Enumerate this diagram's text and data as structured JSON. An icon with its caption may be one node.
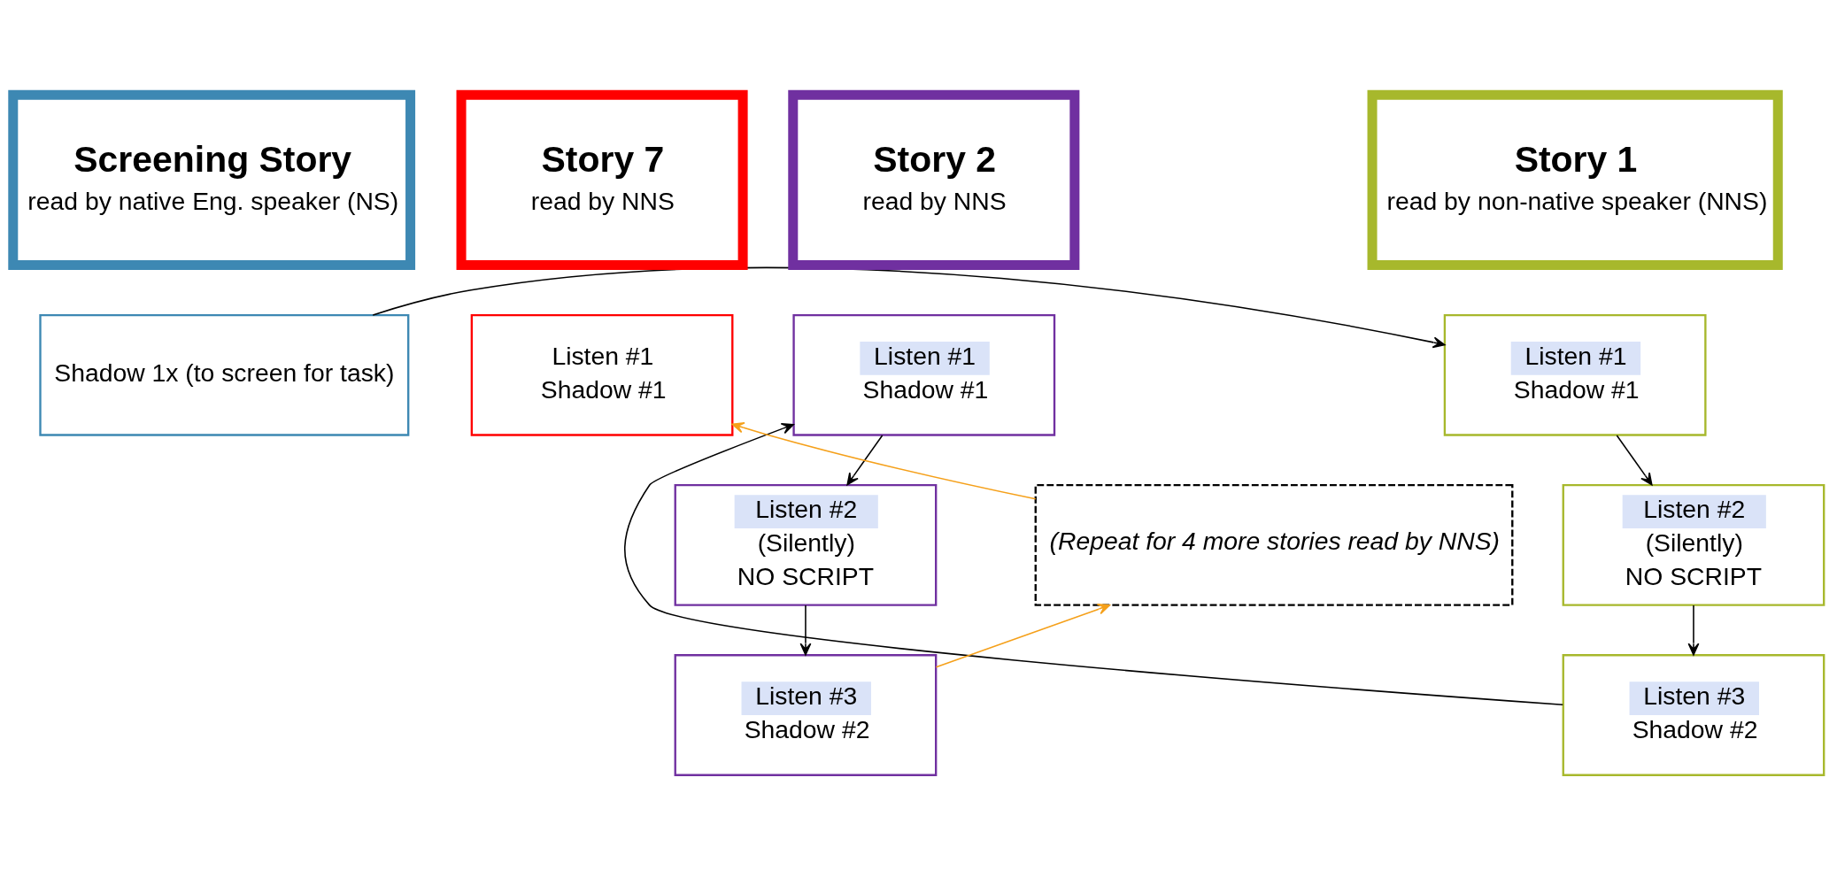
{
  "diagram": {
    "nodes": [
      {
        "text": [
          "Screening Story",
          "read by native Eng. speaker (NS)"
        ]
      },
      {
        "text": [
          "Shadow 1x (to screen for task)"
        ]
      },
      {
        "text": [
          "Story 1",
          "read by non-native speaker (NNS)"
        ]
      },
      {
        "text": [
          "Listen #1",
          "Shadow #1"
        ]
      },
      {
        "text": [
          "Listen #2",
          "(Silently)",
          "NO SCRIPT"
        ]
      },
      {
        "text": [
          "Listen #3",
          "Shadow #2"
        ]
      },
      {
        "text": [
          "Story 2",
          "read by NNS"
        ]
      },
      {
        "text": [
          "Listen #1",
          "Shadow #1"
        ]
      },
      {
        "text": [
          "Listen #2",
          "(Silently)",
          "NO SCRIPT"
        ]
      },
      {
        "text": [
          "Listen #3",
          "Shadow #2"
        ]
      },
      {
        "text": [
          "(Repeat for 4 more stories read by NNS)"
        ]
      },
      {
        "text": [
          "Story 7",
          "read by NNS"
        ]
      },
      {
        "text": [
          "Listen #1",
          "Shadow #1"
        ]
      }
    ],
    "edges": [
      {
        "from": 1,
        "to": 3,
        "arrow": "to"
      },
      {
        "from": 3,
        "to": 4,
        "arrow": "to"
      },
      {
        "from": 4,
        "to": 5,
        "arrow": "to"
      },
      {
        "from": 5,
        "to": 7,
        "arrow": "to"
      },
      {
        "from": 7,
        "to": 8,
        "arrow": "to"
      },
      {
        "from": 8,
        "to": 9,
        "arrow": "to"
      },
      {
        "from": 9,
        "to": 10,
        "arrow": "to",
        "color": "#f5a01a"
      },
      {
        "from": 10,
        "to": 12,
        "arrow": "to",
        "color": "#f5a01a"
      }
    ]
  }
}
